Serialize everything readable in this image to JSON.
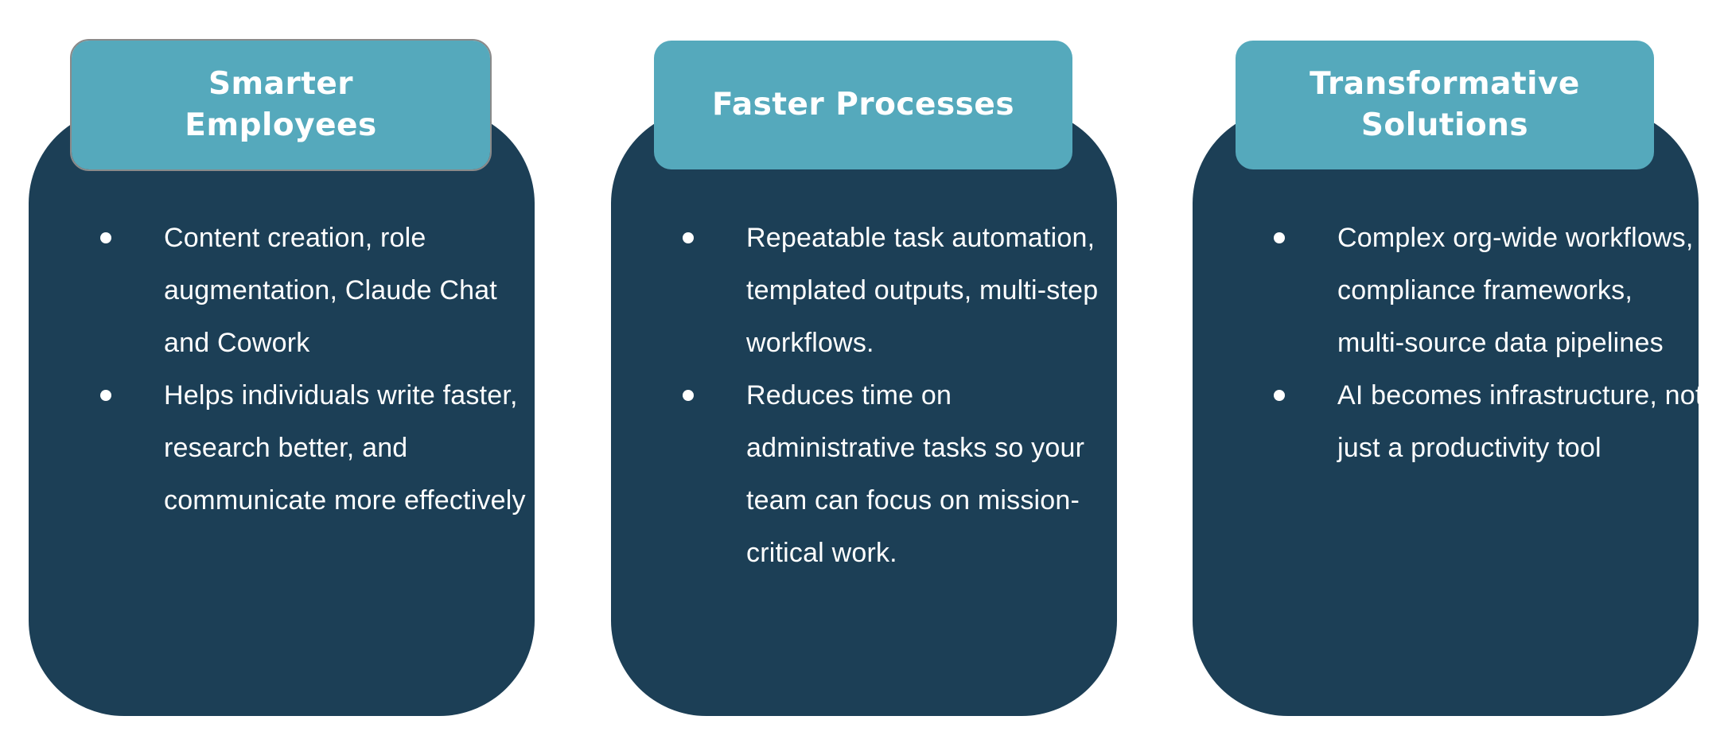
{
  "cards": [
    {
      "title": "Smarter Employees",
      "bullets": [
        "Content creation, role augmentation, Claude Chat and Cowork",
        "Helps individuals write faster, research better, and communicate more effectively"
      ]
    },
    {
      "title": "Faster Processes",
      "bullets": [
        "Repeatable task automation, templated outputs, multi-step workflows.",
        "Reduces time on administrative tasks so your team can focus on mission-critical work."
      ]
    },
    {
      "title": "Transformative Solutions",
      "bullets": [
        "Complex org-wide workflows, compliance frameworks, multi-source data pipelines",
        "AI becomes infrastructure, not just a productivity tool"
      ]
    }
  ],
  "colors": {
    "card_body": "#1c3f56",
    "card_header": "#55a9bc",
    "text": "#ffffff"
  }
}
